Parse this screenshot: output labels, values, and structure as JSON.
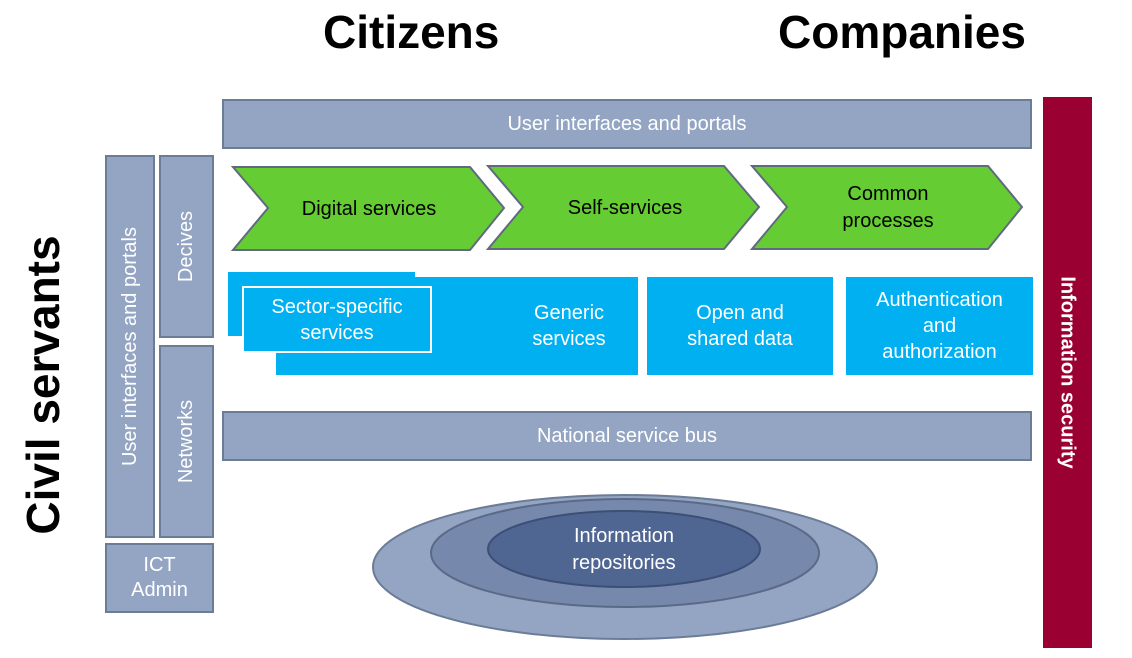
{
  "headers": {
    "citizens": "Citizens",
    "companies": "Companies",
    "civil_servants": "Civil servants"
  },
  "top_bar": {
    "label": "User interfaces and portals"
  },
  "processes": [
    {
      "label": "Digital services"
    },
    {
      "label": "Self-services"
    },
    {
      "label": "Common processes"
    }
  ],
  "service_boxes": {
    "sector_specific": "Sector-specific services",
    "generic": "Generic services",
    "open_data": "Open and shared data",
    "auth": "Authentication and authorization"
  },
  "bus": {
    "label": "National service bus"
  },
  "repositories": {
    "label": "Information repositories"
  },
  "left_column": {
    "user_interfaces": "User interfaces and portals",
    "devices": "Decives",
    "networks": "Networks",
    "ict_admin": "ICT Admin"
  },
  "security": {
    "label": "Information security"
  },
  "colors": {
    "steel": "#94a5c4",
    "steel_border": "#6b7c97",
    "green": "#66cc33",
    "cyan": "#00b0f0",
    "security": "#9b0032"
  }
}
